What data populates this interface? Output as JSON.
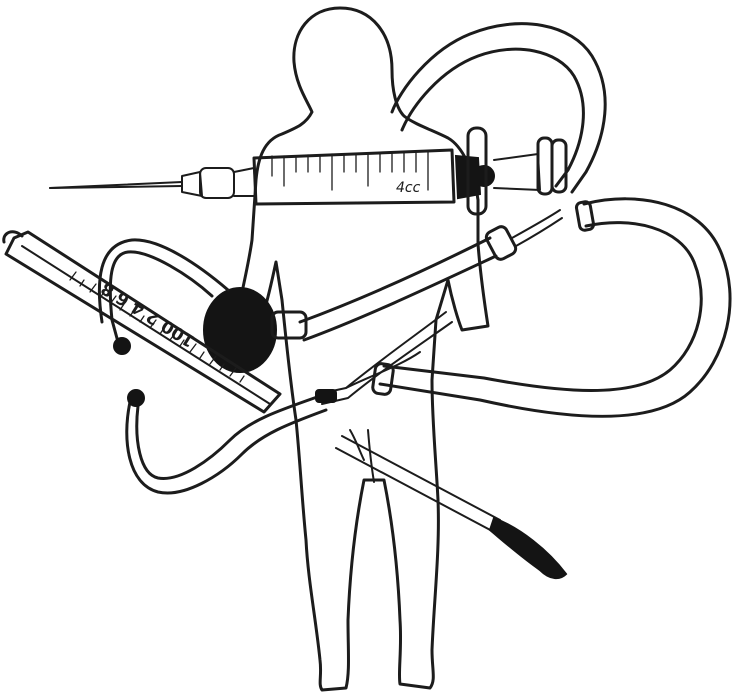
{
  "image": {
    "kind": "line-drawing",
    "ink_color": "#1c1c1c",
    "background_color": "#ffffff"
  },
  "syringe": {
    "volume_label": "4cc"
  },
  "thermometer": {
    "scale_label": "100 2 4 6 8"
  }
}
